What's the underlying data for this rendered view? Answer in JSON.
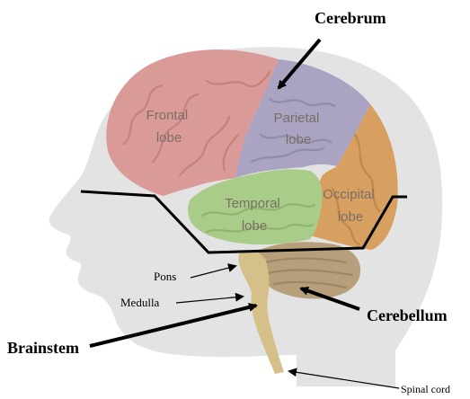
{
  "labels": {
    "cerebrum": "Cerebrum",
    "cerebellum": "Cerebellum",
    "brainstem": "Brainstem",
    "pons": "Pons",
    "medulla": "Medulla",
    "spinal_cord": "Spinal cord"
  },
  "lobes": {
    "frontal": [
      "Frontal",
      "lobe"
    ],
    "parietal": [
      "Parietal",
      "lobe"
    ],
    "temporal": [
      "Temporal",
      "lobe"
    ],
    "occipital": [
      "Occipital",
      "lobe"
    ]
  },
  "colors": {
    "frontal": "#d99a98",
    "parietal": "#aaa3c2",
    "temporal": "#a9cc88",
    "occipital": "#d7a060",
    "head_silhouette": "#e3e3e3",
    "brainstem": "#d6c08a",
    "cerebellum": "#b79f7c"
  }
}
